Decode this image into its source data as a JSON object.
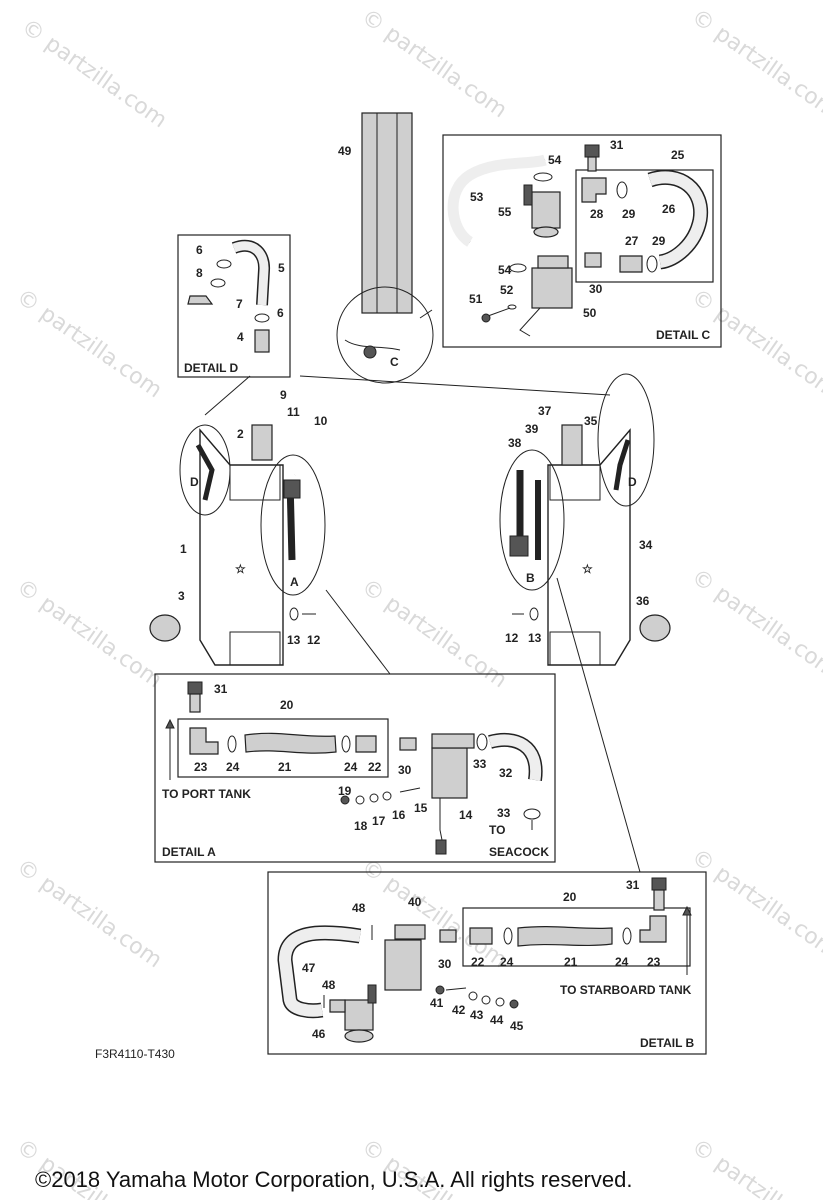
{
  "watermark": "© partzilla.com",
  "figure_code": "F3R4110-T430",
  "copyright": "©2018 Yamaha Motor Corporation, U.S.A. All rights reserved.",
  "details": {
    "a": "DETAIL A",
    "b": "DETAIL B",
    "c": "DETAIL C",
    "d": "DETAIL D"
  },
  "circle_letters": {
    "a": "A",
    "b": "B",
    "c": "C",
    "d_left": "D",
    "d_right": "D"
  },
  "annotations": {
    "to_port_tank": "TO PORT TANK",
    "to_starboard_tank": "TO STARBOARD TANK",
    "to": "TO",
    "seacock": "SEACOCK"
  },
  "part_labels": [
    "49",
    "31",
    "54",
    "25",
    "53",
    "55",
    "28",
    "29",
    "26",
    "27",
    "29",
    "54",
    "30",
    "51",
    "52",
    "50",
    "6",
    "5",
    "8",
    "7",
    "6",
    "4",
    "9",
    "11",
    "10",
    "2",
    "37",
    "35",
    "39",
    "38",
    "1",
    "34",
    "3",
    "36",
    "13",
    "12",
    "12",
    "13",
    "31",
    "20",
    "23",
    "24",
    "21",
    "24",
    "22",
    "30",
    "33",
    "32",
    "19",
    "15",
    "18",
    "17",
    "16",
    "14",
    "33",
    "31",
    "20",
    "48",
    "40",
    "22",
    "24",
    "21",
    "24",
    "23",
    "30",
    "47",
    "48",
    "41",
    "42",
    "43",
    "44",
    "45",
    "46"
  ]
}
